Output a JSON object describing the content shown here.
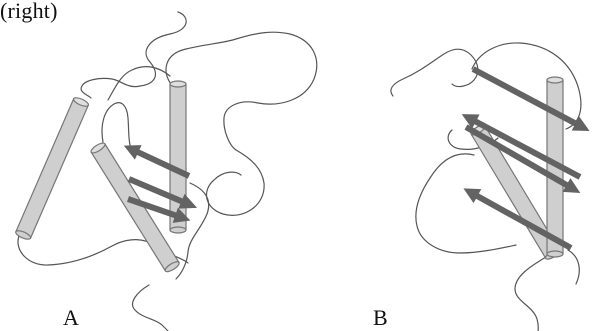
{
  "caption_fragment": "(right)",
  "panels": [
    {
      "label": "A"
    },
    {
      "label": "B"
    }
  ],
  "colors": {
    "background": "#ffffff",
    "text": "#111111",
    "line": "#555555",
    "helix_fill": "#cfcfcf",
    "helix_stroke": "#767676",
    "arrow_fill": "#636363"
  }
}
